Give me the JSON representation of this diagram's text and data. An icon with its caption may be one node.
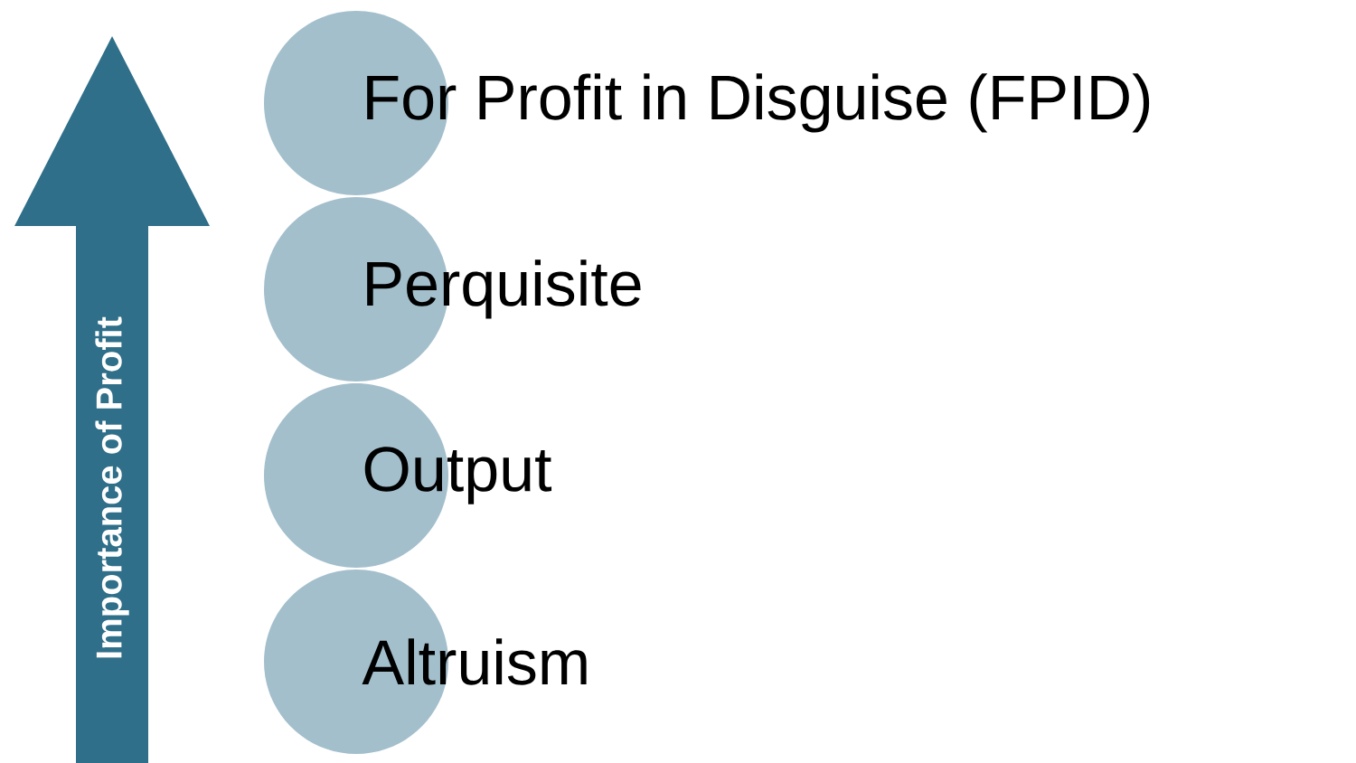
{
  "diagram": {
    "nodes": [
      {
        "text": [
          "Importance of Profit"
        ]
      },
      {
        "text": [
          "For Profit in Disguise (FPID)"
        ]
      },
      {
        "text": [
          "Perquisite"
        ]
      },
      {
        "text": [
          "Output"
        ]
      },
      {
        "text": [
          "Altruism"
        ]
      }
    ]
  }
}
